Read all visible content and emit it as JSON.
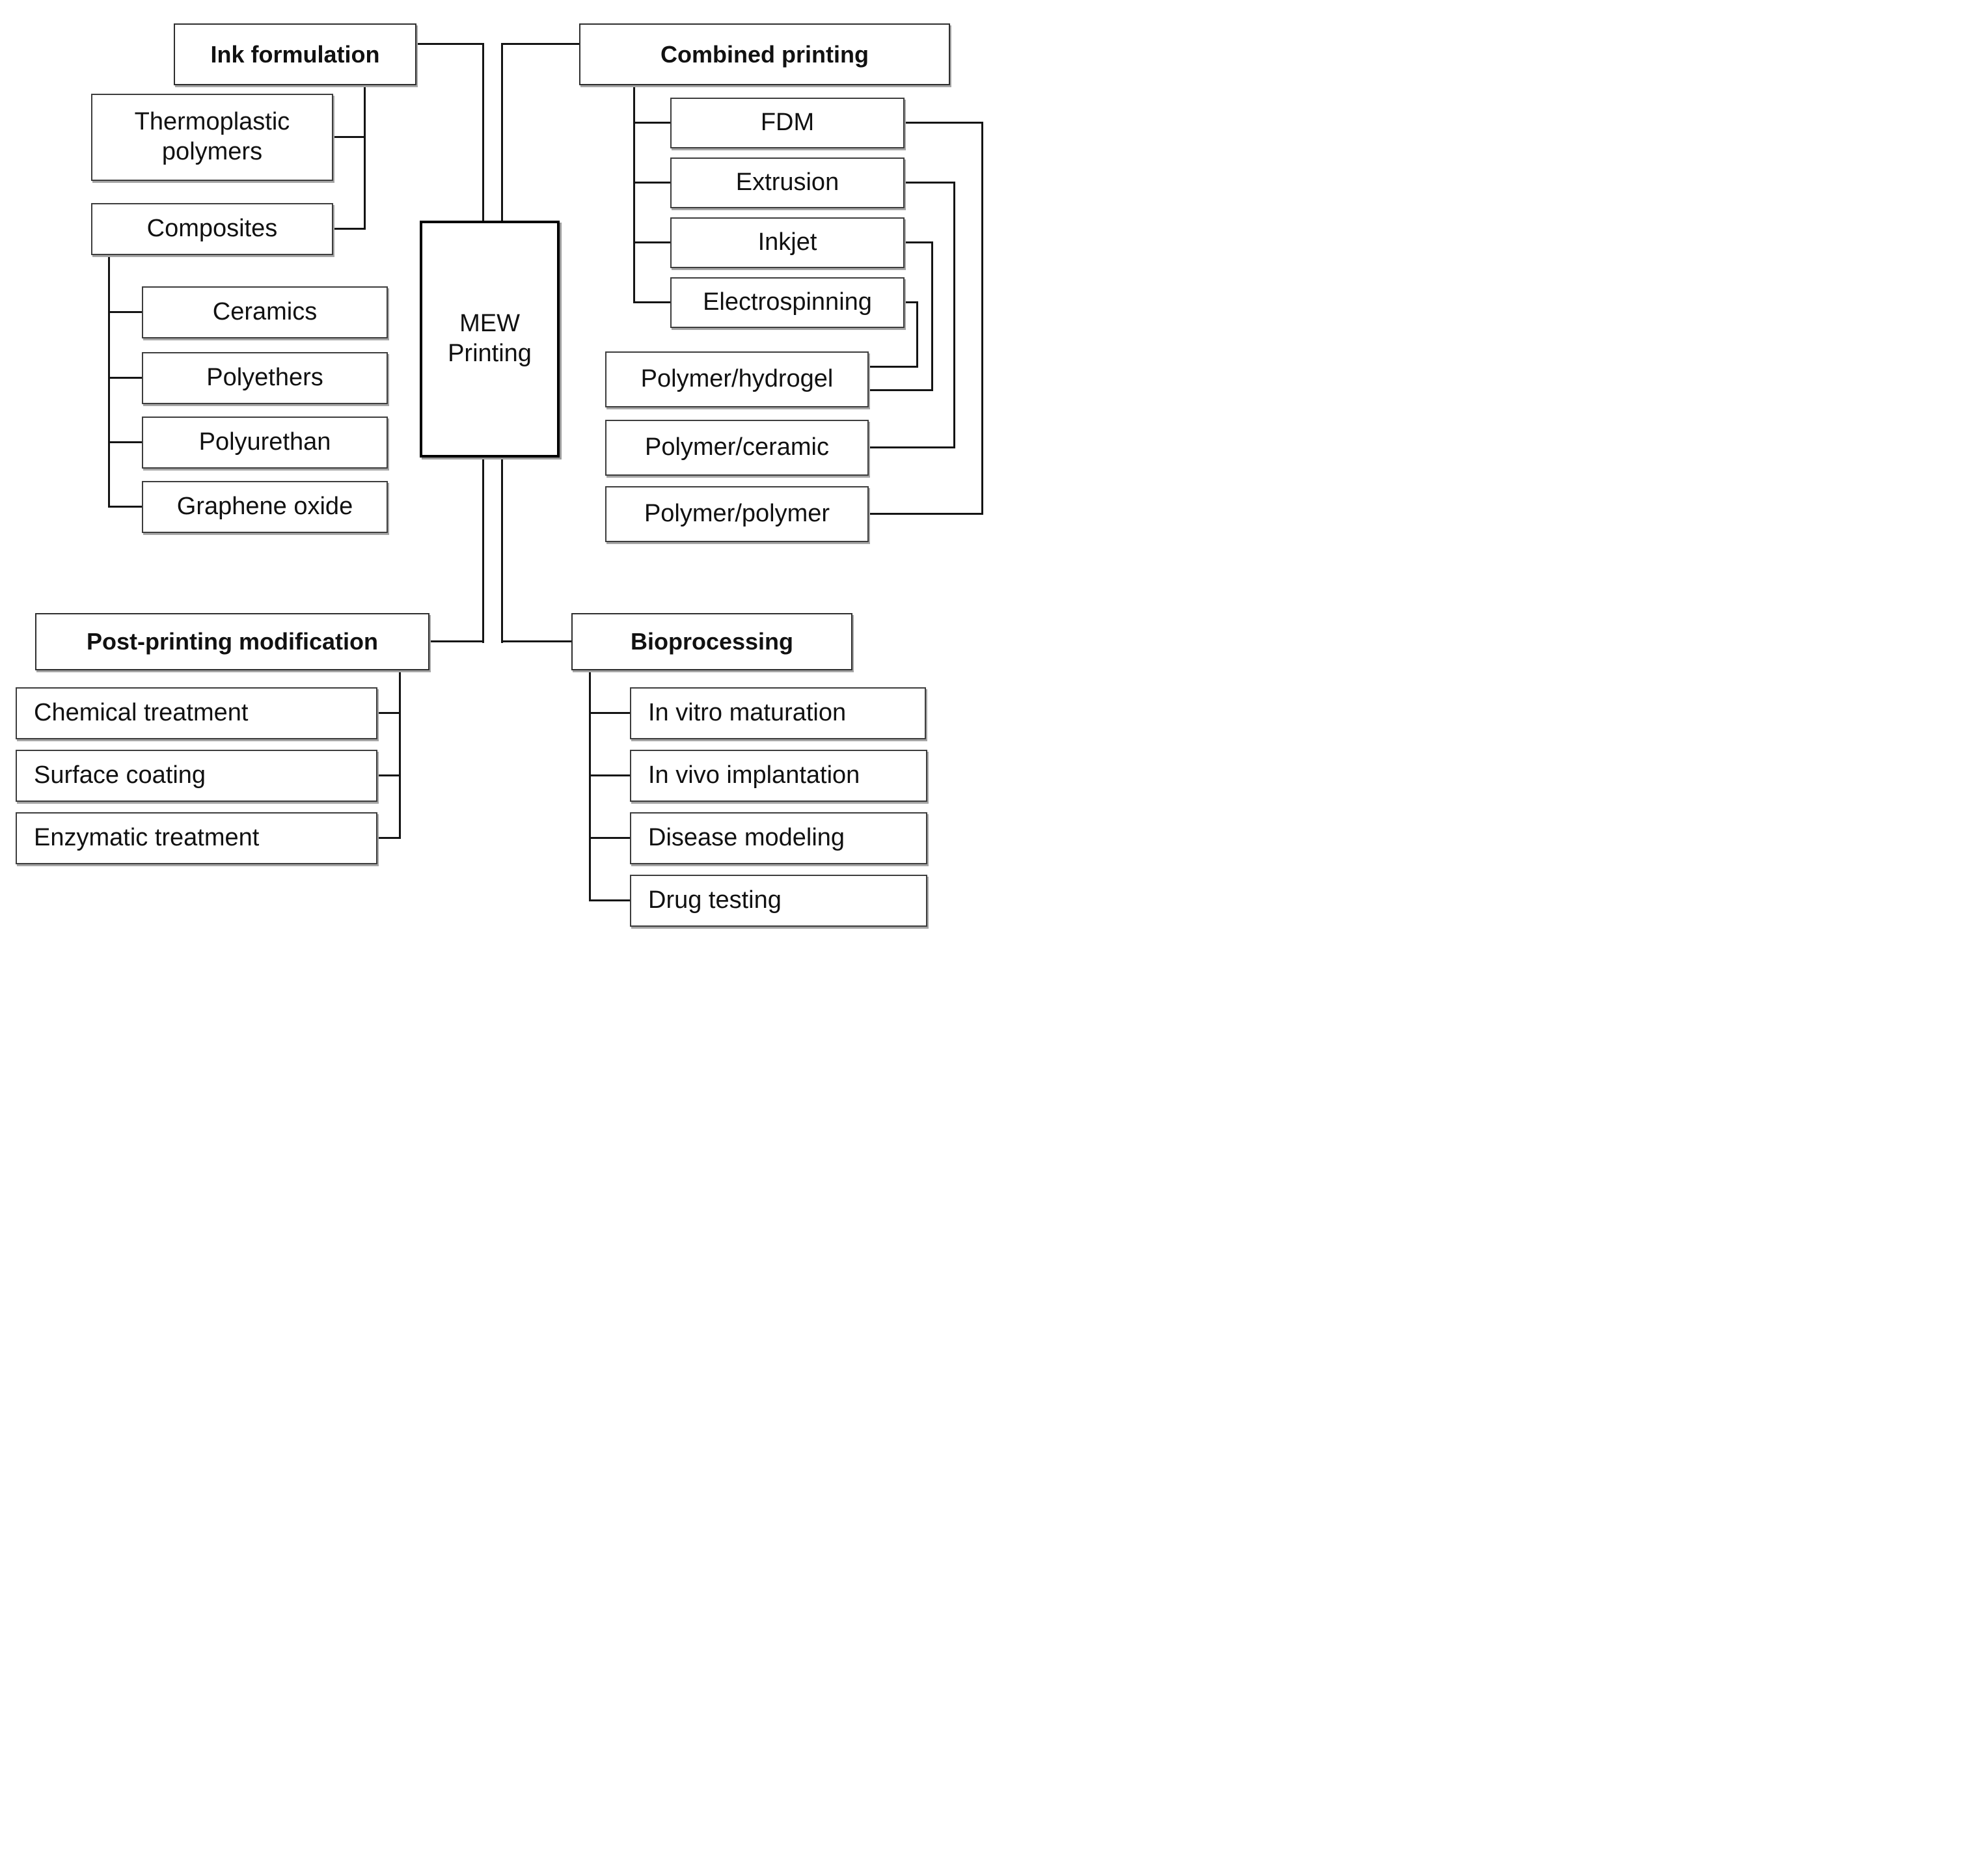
{
  "figure": {
    "center": {
      "line1": "MEW",
      "line2": "Printing"
    },
    "ink": {
      "title": "Ink formulation",
      "thermoplastic": {
        "line1": "Thermoplastic",
        "line2": "polymers"
      },
      "composites": "Composites",
      "composite_types": [
        "Ceramics",
        "Polyethers",
        "Polyurethan",
        "Graphene oxide"
      ]
    },
    "combined": {
      "title": "Combined printing",
      "techniques": [
        "FDM",
        "Extrusion",
        "Inkjet",
        "Electrospinning"
      ],
      "material_pairs": [
        "Polymer/hydrogel",
        "Polymer/ceramic",
        "Polymer/polymer"
      ]
    },
    "post_printing": {
      "title": "Post-printing modification",
      "methods": [
        "Chemical treatment",
        "Surface coating",
        "Enzymatic treatment"
      ]
    },
    "bioprocessing": {
      "title": "Bioprocessing",
      "applications": [
        "In vitro maturation",
        "In vivo implantation",
        "Disease modeling",
        "Drug testing"
      ]
    },
    "colors": {
      "line": "#141414",
      "box_border": "#3d3d3d",
      "box_shadow": "#a6a6a6",
      "text": "#111111",
      "background": "#ffffff"
    }
  }
}
